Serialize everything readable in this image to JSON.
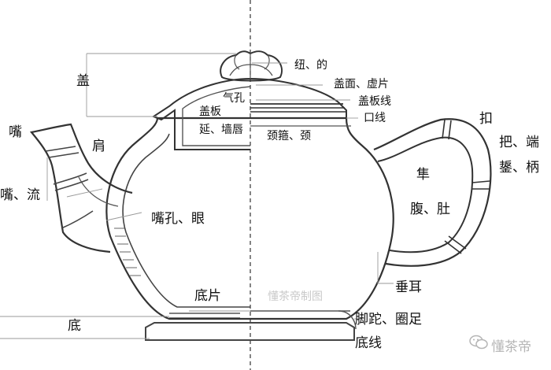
{
  "labels": {
    "gai": "盖",
    "zui": "嘴",
    "jian": "肩",
    "zui_liu": "嘴、流",
    "zuikong_yan": "嘴孔、眼",
    "di": "底",
    "dipian": "底片",
    "qikong": "气孔",
    "gaiban": "盖板",
    "yan_qiangchun": "延、墙唇",
    "niu_de": "纽、的",
    "gaimian_xupian": "盖面、虚片",
    "gaibanxian": "盖板线",
    "kouxian": "口线",
    "jingxiang_jing": "颈箍、颈",
    "kou": "扣",
    "ba_duan": "把、端",
    "ao_bing": "鋬、柄",
    "sun": "隼",
    "fu_du": "腹、肚",
    "chuier": "垂耳",
    "jiaotuo_quanzu": "脚跎、圈足",
    "dixian": "底线"
  },
  "watermark": "懂茶帝制图",
  "brand": {
    "icon": "wechat-icon",
    "text": "懂茶帝"
  }
}
